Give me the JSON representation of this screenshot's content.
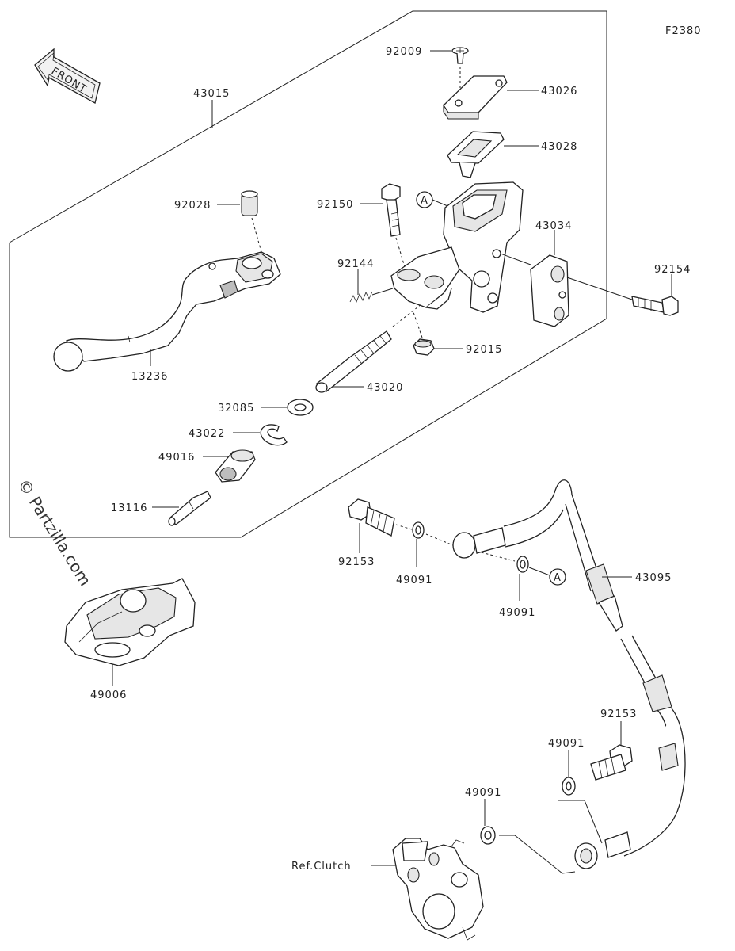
{
  "diagram_code": "F2380",
  "front_label": "FRONT",
  "watermark": "© Partzilla.com",
  "callouts": {
    "ref_a_1": "A",
    "ref_a_2": "A"
  },
  "parts": {
    "p43015": "43015",
    "p92009": "92009",
    "p43026": "43026",
    "p43028": "43028",
    "p92028": "92028",
    "p92150": "92150",
    "p43034": "43034",
    "p92154": "92154",
    "p92144": "92144",
    "p13236": "13236",
    "p92015": "92015",
    "p43020": "43020",
    "p32085": "32085",
    "p43022": "43022",
    "p49016": "49016",
    "p13116": "13116",
    "p92153_a": "92153",
    "p49091_a": "49091",
    "p49091_b": "49091",
    "p43095": "43095",
    "p49006": "49006",
    "p92153_b": "92153",
    "p49091_c": "49091",
    "p49091_d": "49091",
    "ref_clutch": "Ref.Clutch"
  }
}
